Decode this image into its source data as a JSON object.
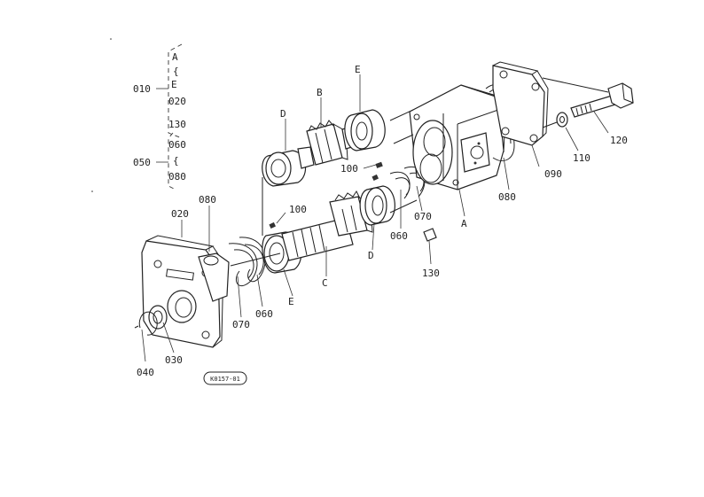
{
  "diagram": {
    "tag": "K0157-01",
    "legend": {
      "ref_010": "010",
      "ref_050": "050",
      "g1_start": "A",
      "g1_end": "E",
      "g1_mid": "020",
      "g1_last": "130",
      "g2_start": "060",
      "g2_end": "080",
      "tilde": "{"
    },
    "labels": {
      "l020_left": "020",
      "l080_left": "080",
      "l030": "030",
      "l040": "040",
      "l070_left": "070",
      "l060_left": "060",
      "lE_lower": "E",
      "lC": "C",
      "l100_lower": "100",
      "lD_lower": "D",
      "l060_mid": "060",
      "l070_mid": "070",
      "l130": "130",
      "l100_upper": "100",
      "lD_upper": "D",
      "lB": "B",
      "lE_upper": "E",
      "lA": "A",
      "l080_right": "080",
      "l090": "090",
      "l110": "110",
      "l120": "120"
    }
  }
}
